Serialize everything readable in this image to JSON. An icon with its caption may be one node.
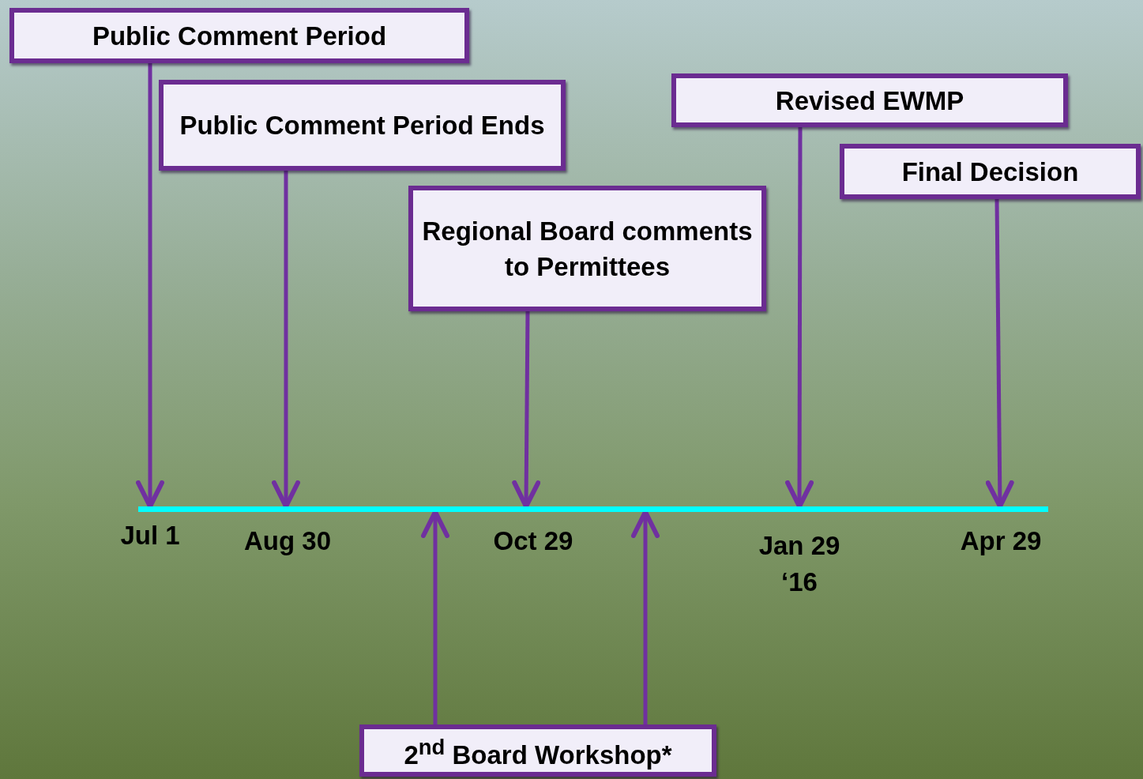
{
  "diagram": {
    "nodes": [
      {
        "text": [
          "Public Comment Period"
        ]
      },
      {
        "text": [
          "Revised EWMP"
        ]
      },
      {
        "text": [
          "Public Comment Period Ends"
        ]
      },
      {
        "text": [
          "Final Decision"
        ]
      },
      {
        "text": [
          "Regional Board comments to Permittees"
        ]
      },
      {
        "text": [],
        "shape": "bar"
      },
      {
        "text": [
          "2$^{nd}$ Board Workshop*"
        ]
      }
    ],
    "edges": [
      {
        "from": 0,
        "to": 5,
        "arrow": "to"
      },
      {
        "from": 1,
        "to": 5,
        "arrow": "to"
      },
      {
        "from": 2,
        "to": 5,
        "arrow": "to"
      },
      {
        "from": 3,
        "to": 5,
        "arrow": "to"
      },
      {
        "from": 4,
        "to": 5,
        "arrow": "to"
      },
      {
        "from": 6,
        "to": 5,
        "arrow": "to"
      },
      {
        "from": 6,
        "to": 5,
        "arrow": "to"
      }
    ],
    "labels": [
      "Jul 1",
      "Aug 30",
      "Oct 29",
      "Jan 29 ‘16",
      "Apr 29"
    ]
  }
}
